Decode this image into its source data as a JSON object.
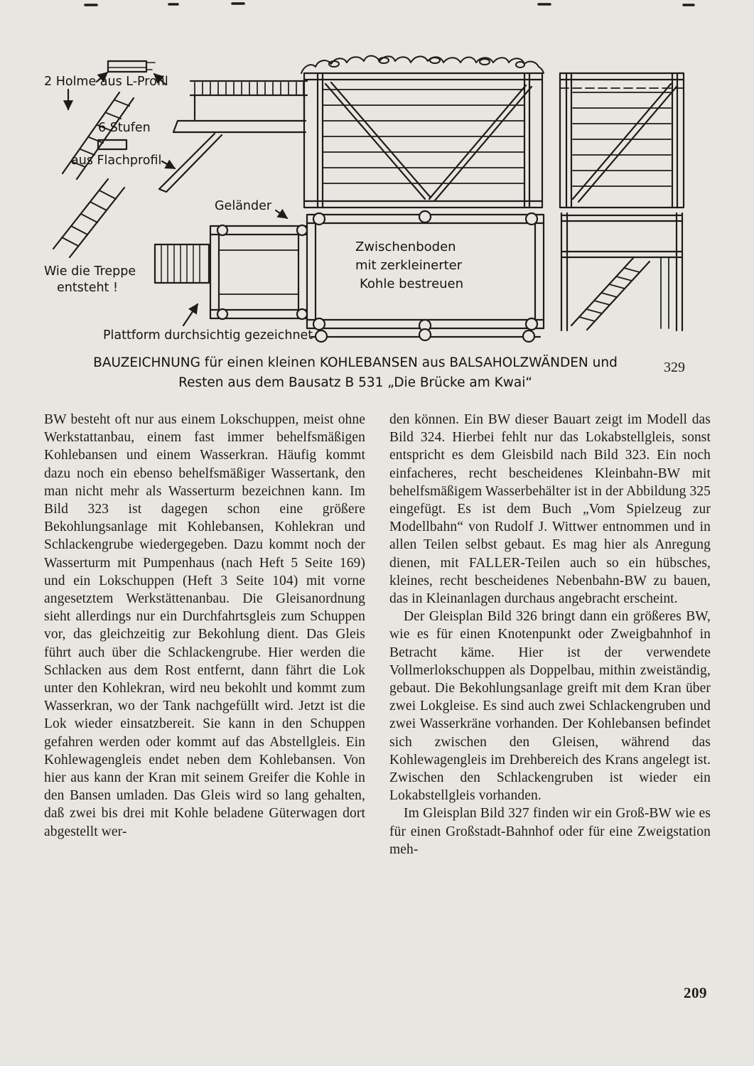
{
  "colors": {
    "paper": "#e8e6e1",
    "ink": "#1d1c1a"
  },
  "figure": {
    "number": "329",
    "caption_line1": "BAUZEICHNUNG für einen kleinen KOHLEBANSEN aus BALSAHOLZWÄNDEN und",
    "caption_line2": "Resten aus dem Bausatz B 531 „Die Brücke am Kwai“",
    "labels": {
      "holme": "2 Holme aus L-Profil",
      "stufen": "6 Stufen",
      "flachprofil": "aus Flachprofil",
      "treppe_1": "Wie die Treppe",
      "treppe_2": "entsteht !",
      "gelaender": "Geländer",
      "zwischenboden_1": "Zwischenboden",
      "zwischenboden_2": "mit zerkleinerter",
      "zwischenboden_3": "Kohle  bestreuen",
      "plattform": "Plattform durchsichtig gezeichnet"
    }
  },
  "body": {
    "left_column": [
      "BW besteht oft nur aus einem Lokschuppen, meist ohne Werkstattanbau, einem fast immer behelfsmäßigen Kohlebansen und einem Wasserkran. Häufig kommt dazu noch ein ebenso behelfsmäßiger Wassertank, den man nicht mehr als Wasserturm bezeichnen kann. Im Bild 323 ist dagegen schon eine größere Bekohlungsanlage mit Kohlebansen, Kohlekran und Schlackengrube wiedergegeben. Dazu kommt noch der Wasserturm mit Pumpenhaus (nach Heft 5 Seite 169) und ein Lokschuppen (Heft 3 Seite 104) mit vorne angesetztem Werkstättenanbau. Die Gleisanordnung sieht allerdings nur ein Durchfahrtsgleis zum Schuppen vor, das gleichzeitig zur Bekohlung dient. Das Gleis führt auch über die Schlackengrube. Hier werden die Schlacken aus dem Rost entfernt, dann fährt die Lok unter den Kohlekran, wird neu bekohlt und kommt zum Wasserkran, wo der Tank nachgefüllt wird. Jetzt ist die Lok wieder einsatzbereit. Sie kann in den Schuppen gefahren werden oder kommt auf das Abstellgleis. Ein Kohlewagengleis endet neben dem Kohlebansen. Von hier aus kann der Kran mit seinem Greifer die Kohle in den Bansen umladen. Das Gleis wird so lang gehalten, daß zwei bis drei mit Kohle beladene Güterwagen dort abgestellt wer-"
    ],
    "right_column": [
      "den können. Ein BW dieser Bauart zeigt im Modell das Bild 324. Hierbei fehlt nur das Lokabstellgleis, sonst entspricht es dem Gleisbild nach Bild 323. Ein noch einfacheres, recht bescheidenes Kleinbahn-BW mit behelfsmäßigem Wasserbehälter ist in der Abbildung 325 eingefügt. Es ist dem Buch „Vom Spielzeug zur Modellbahn“ von Rudolf J. Wittwer entnommen und in allen Teilen selbst gebaut. Es mag hier als Anregung dienen, mit FALLER-Teilen auch so ein hübsches, kleines, recht bescheidenes Nebenbahn-BW zu bauen, das in Kleinanlagen durchaus angebracht erscheint.",
      "Der Gleisplan Bild 326 bringt dann ein größeres BW, wie es für einen Knotenpunkt oder Zweigbahnhof in Betracht käme. Hier ist der verwendete Vollmerlokschuppen als Doppelbau, mithin zweiständig, gebaut. Die Bekohlungsanlage greift mit dem Kran über zwei Lokgleise. Es sind auch zwei Schlackengruben und zwei Wasserkräne vorhanden. Der Kohlebansen befindet sich zwischen den Gleisen, während das Kohlewagengleis im Drehbereich des Krans angelegt ist. Zwischen den Schlackengruben ist wieder ein Lokabstellgleis vorhanden.",
      "Im Gleisplan Bild 327 finden wir ein Groß-BW wie es für einen Großstadt-Bahnhof oder für eine Zweigstation meh-"
    ]
  },
  "page_number": "209"
}
